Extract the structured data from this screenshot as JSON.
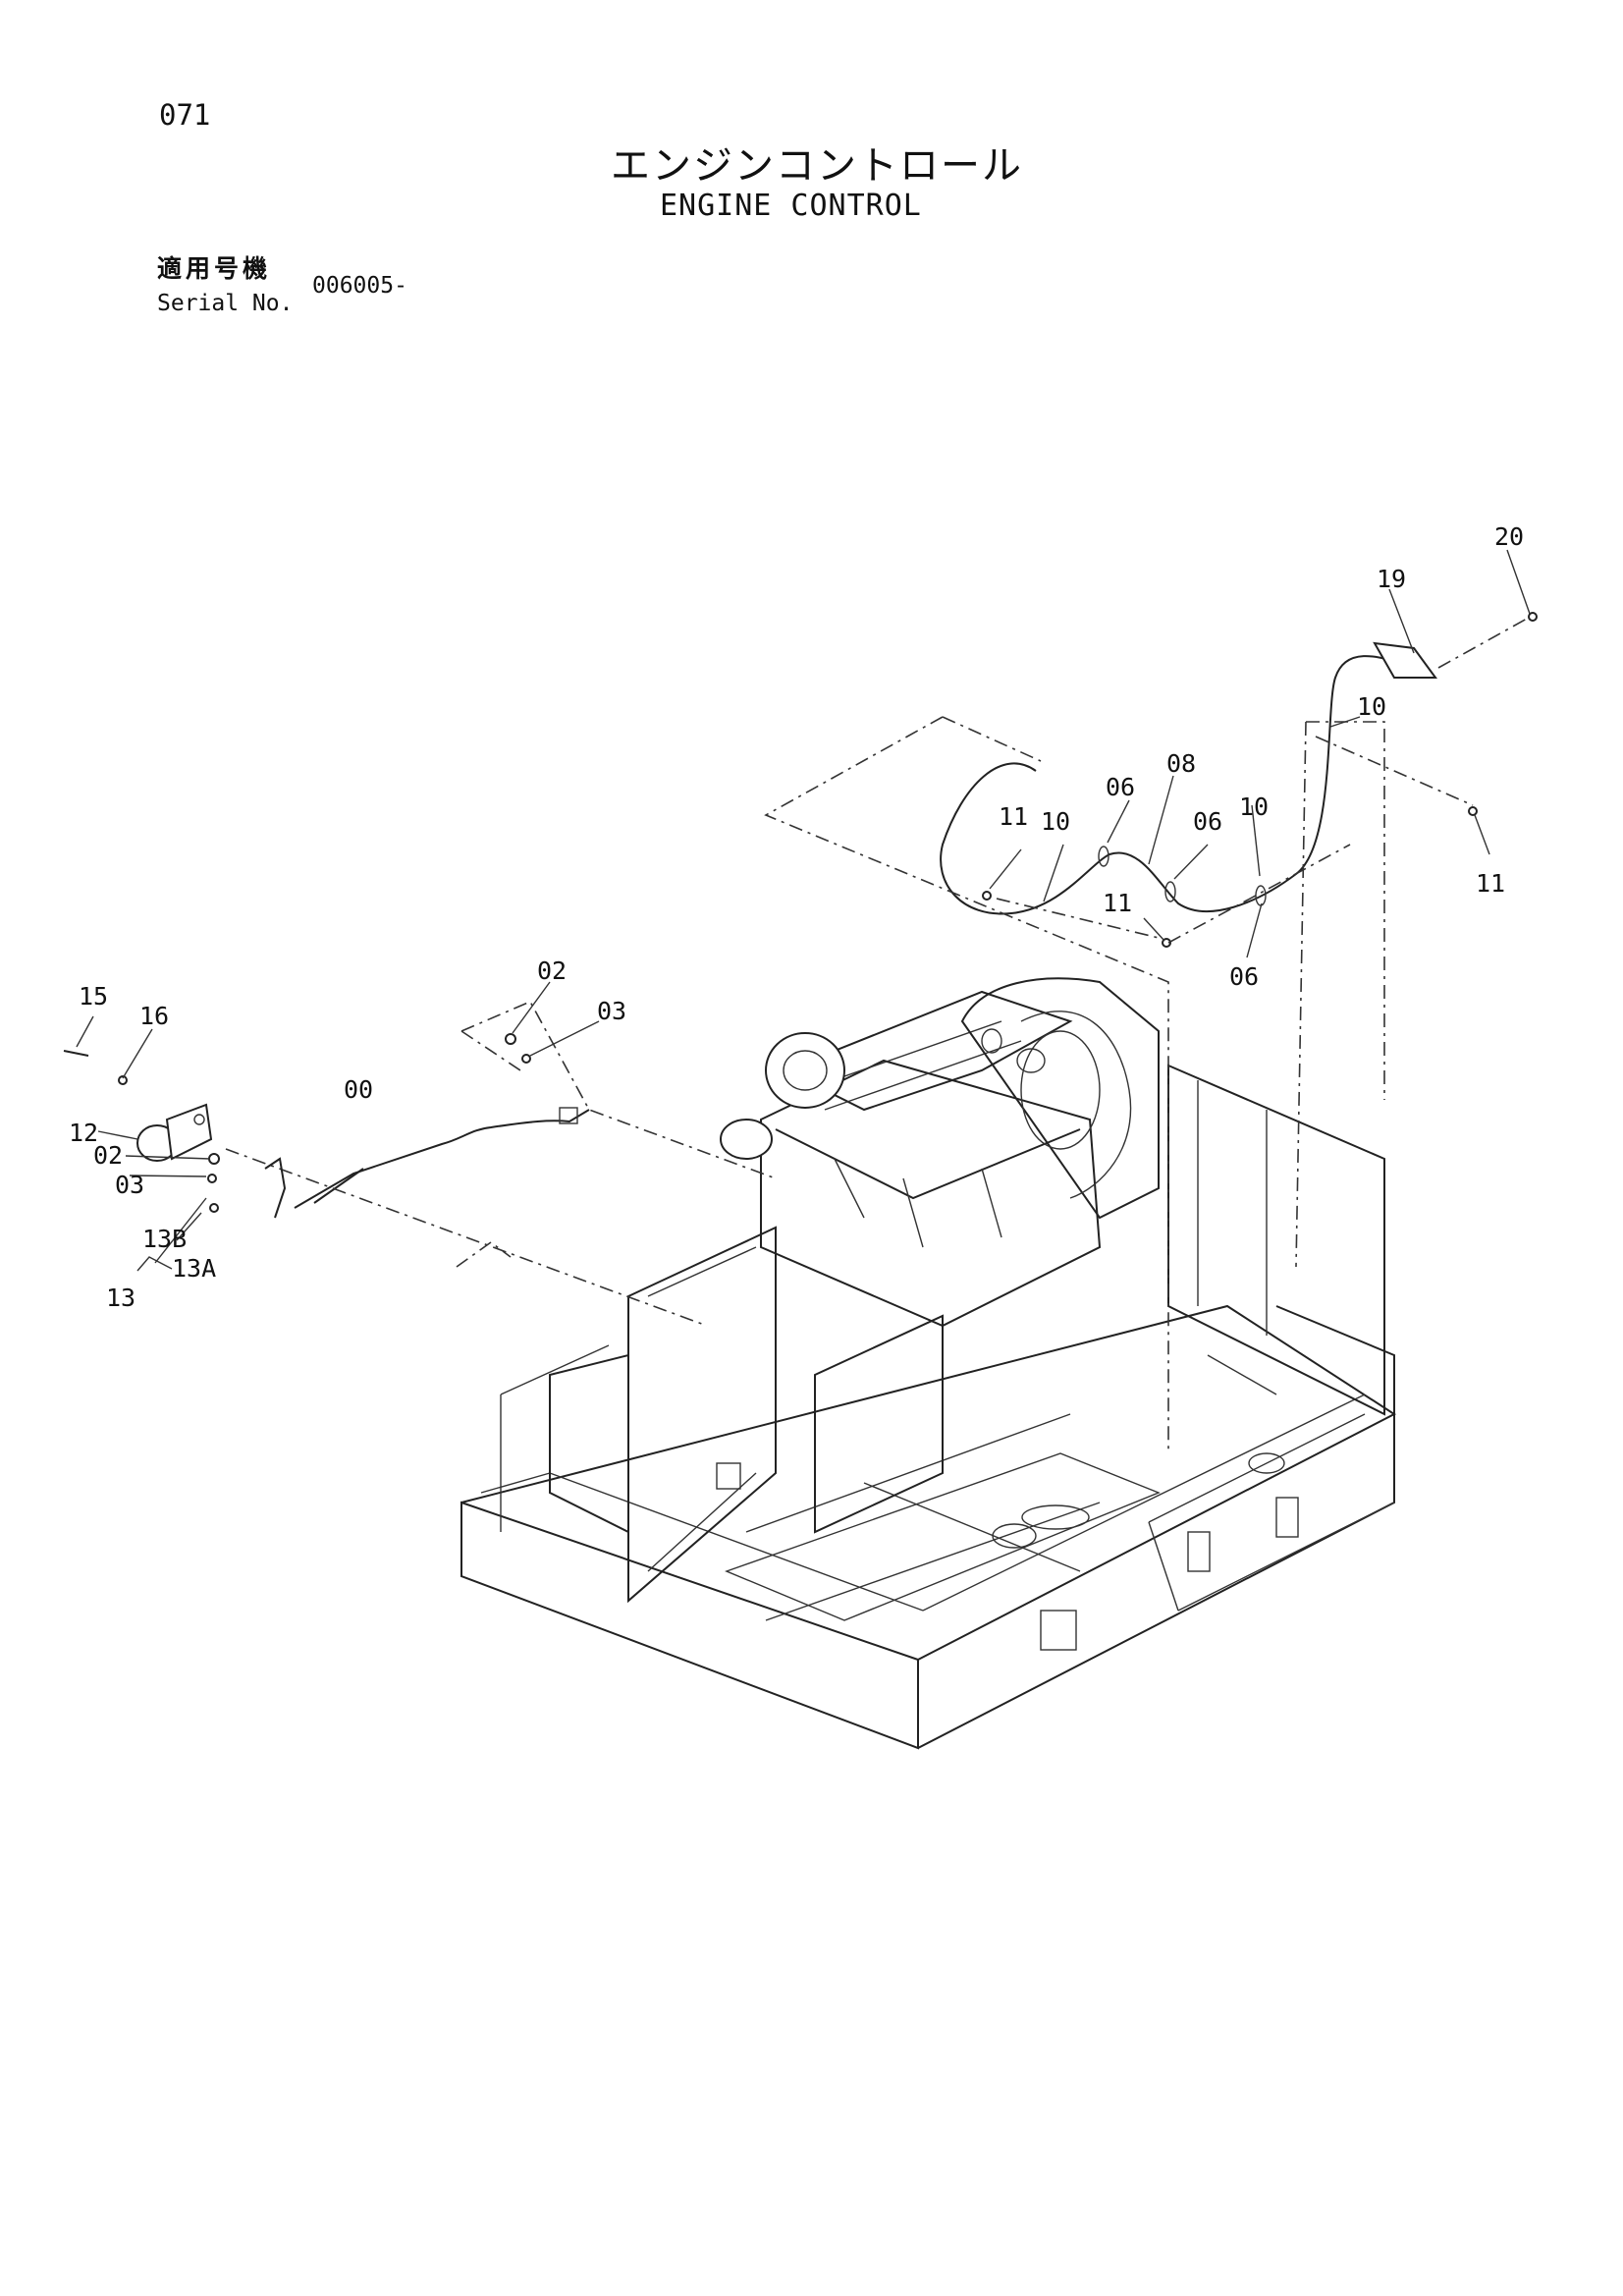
{
  "header": {
    "page_number": "071",
    "title_jp": "エンジンコントロール",
    "title_en": "ENGINE CONTROL",
    "serial_label_jp": "適用号機",
    "serial_label_en": "Serial No.",
    "serial_value": "006005-"
  },
  "callouts": {
    "c00": "00",
    "c02a": "02",
    "c03a": "03",
    "c02b": "02",
    "c03b": "03",
    "c06a": "06",
    "c06b": "06",
    "c06c": "06",
    "c08": "08",
    "c10a": "10",
    "c10b": "10",
    "c10c": "10",
    "c11a": "11",
    "c11b": "11",
    "c11c": "11",
    "c12": "12",
    "c13": "13",
    "c13a": "13A",
    "c13b": "13B",
    "c15": "15",
    "c16": "16",
    "c19": "19",
    "c20": "20"
  }
}
